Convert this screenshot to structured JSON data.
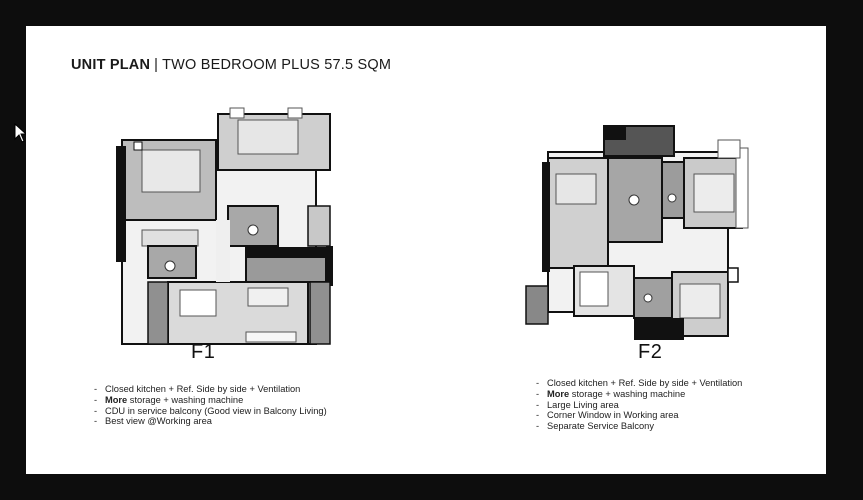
{
  "header": {
    "title_bold": "UNIT PLAN",
    "separator": "|",
    "title_rest": "TWO BEDROOM PLUS 57.5 SQM"
  },
  "plans": [
    {
      "label": "F1",
      "features": [
        {
          "bold": "",
          "text": "Closed kitchen + Ref. Side by side + Ventilation"
        },
        {
          "bold": "More",
          "text": " storage + washing machine"
        },
        {
          "bold": "",
          "text": "CDU in service balcony (Good view in Balcony Living)"
        },
        {
          "bold": "",
          "text": "Best view @Working area"
        }
      ]
    },
    {
      "label": "F2",
      "features": [
        {
          "bold": "",
          "text": "Closed kitchen + Ref. Side by side + Ventilation"
        },
        {
          "bold": "More",
          "text": " storage + washing machine"
        },
        {
          "bold": "",
          "text": "Large Living area"
        },
        {
          "bold": "",
          "text": "Corner Window in Working area"
        },
        {
          "bold": "",
          "text": "Separate Service Balcony"
        }
      ]
    }
  ],
  "colors": {
    "background": "#0d0d0d",
    "slide": "#ffffff",
    "wall": "#111111",
    "room_grey": "#b5b5b5",
    "room_light": "#d9d9d9"
  },
  "icons": {
    "cursor": "mouse-pointer-icon"
  }
}
